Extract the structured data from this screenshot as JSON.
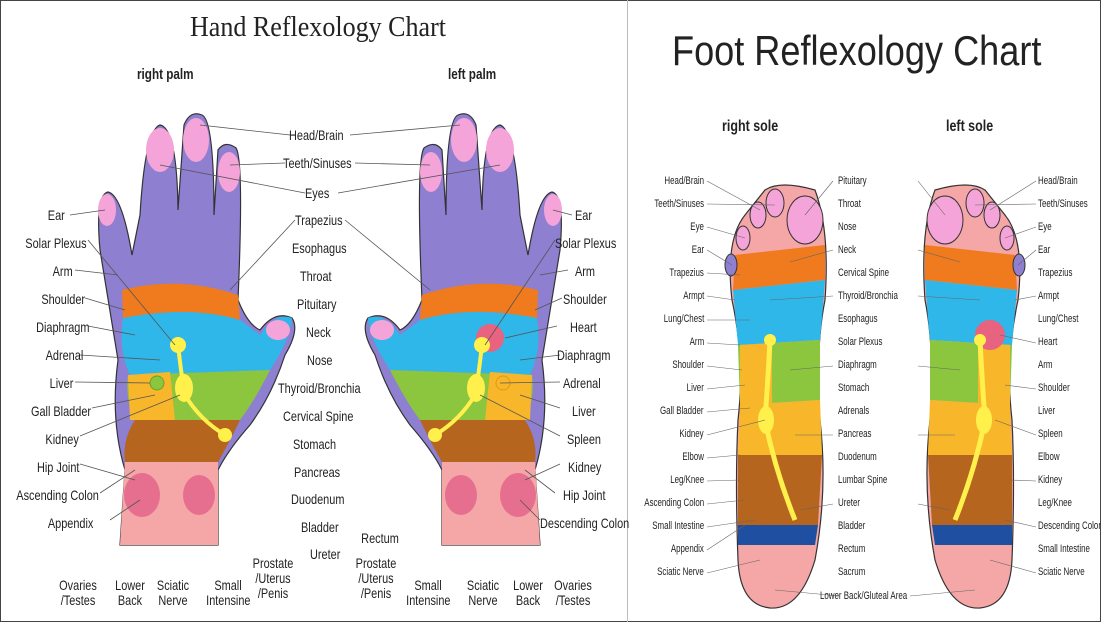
{
  "hand": {
    "title": "Hand Reflexology Chart",
    "right_palm": "right palm",
    "left_palm": "left palm",
    "center_labels": [
      "Head/Brain",
      "Teeth/Sinuses",
      "Eyes",
      "Trapezius",
      "Esophagus",
      "Throat",
      "Pituitary",
      "Neck",
      "Nose",
      "Thyroid/Bronchia",
      "Cervical Spine",
      "Stomach",
      "Pancreas",
      "Duodenum",
      "Bladder",
      "Ureter"
    ],
    "right_labels": [
      "Ear",
      "Solar Plexus",
      "Arm",
      "Shoulder",
      "Diaphragm",
      "Adrenal",
      "Liver",
      "Gall Bladder",
      "Kidney",
      "Hip Joint",
      "Ascending Colon",
      "Appendix"
    ],
    "left_labels": [
      "Ear",
      "Solar Plexus",
      "Arm",
      "Shoulder",
      "Heart",
      "Diaphragm",
      "Adrenal",
      "Liver",
      "Spleen",
      "Kidney",
      "Hip Joint",
      "Descending Colon"
    ],
    "rectum": "Rectum",
    "bottom_right": [
      "Ovaries\n/Testes",
      "Lower\nBack",
      "Sciatic\nNerve",
      "Small\nIntensine",
      "Prostate\n/Uterus\n/Penis"
    ],
    "bottom_left": [
      "Prostate\n/Uterus\n/Penis",
      "Small\nIntensine",
      "Sciatic\nNerve",
      "Lower\nBack",
      "Ovaries\n/Testes"
    ]
  },
  "foot": {
    "title": "Foot Reflexology Chart",
    "right_sole": "right sole",
    "left_sole": "left sole",
    "left_labels": [
      "Head/Brain",
      "Teeth/Sinuses",
      "Eye",
      "Ear",
      "Trapezius",
      "Armpt",
      "Lung/Chest",
      "Arm",
      "Shoulder",
      "Liver",
      "Gall Bladder",
      "Kidney",
      "Elbow",
      "Leg/Knee",
      "Ascending Colon",
      "Small Intestine",
      "Appendix",
      "Sciatic Nerve"
    ],
    "center_labels": [
      "Pituitary",
      "Throat",
      "Nose",
      "Neck",
      "Cervical Spine",
      "Thyroid/Bronchia",
      "Esophagus",
      "Solar Plexus",
      "Diaphragm",
      "Stomach",
      "Adrenals",
      "Pancreas",
      "Duodenum",
      "Lumbar Spine",
      "Ureter",
      "Bladder",
      "Rectum",
      "Sacrum",
      "Lower Back/Gluteal Area"
    ],
    "right_labels": [
      "Head/Brain",
      "Teeth/Sinuses",
      "Eye",
      "Ear",
      "Trapezius",
      "Armpt",
      "Lung/Chest",
      "Heart",
      "Arm",
      "Shoulder",
      "Liver",
      "Spleen",
      "Elbow",
      "Kidney",
      "Leg/Knee",
      "Descending Colon",
      "Small Intestine",
      "Sciatic Nerve"
    ]
  }
}
